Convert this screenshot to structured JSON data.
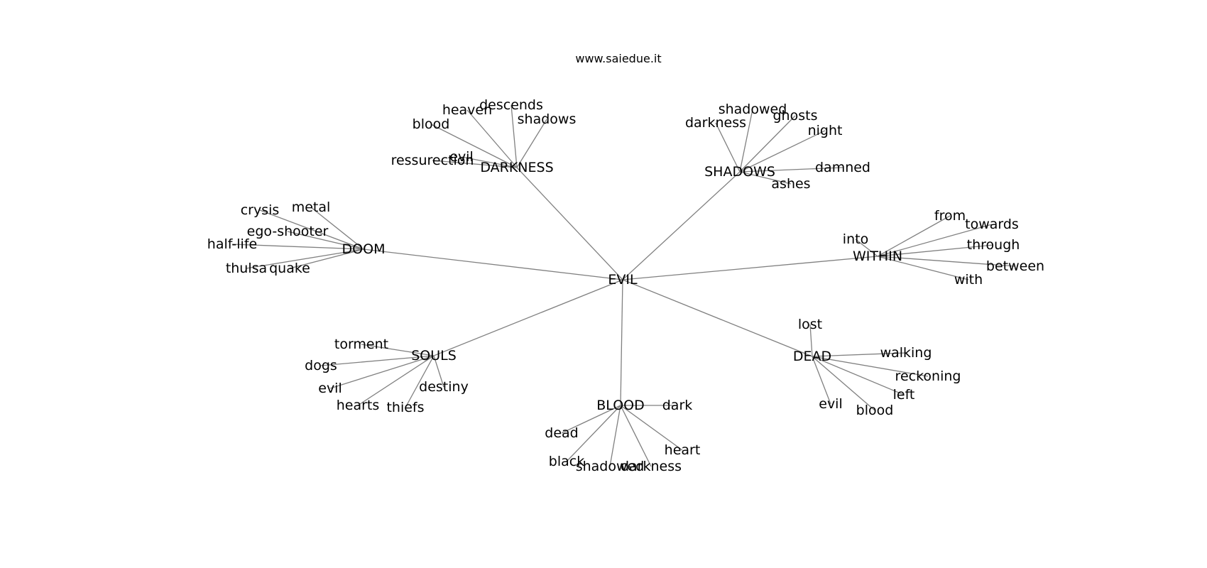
{
  "title": "www.saiedue.it",
  "root": "EVIL",
  "clusters": [
    {
      "hub": "DARKNESS",
      "leaves": [
        "heaven",
        "descends",
        "blood",
        "shadows",
        "evil",
        "ressurection"
      ]
    },
    {
      "hub": "SHADOWS",
      "leaves": [
        "shadowed",
        "ghosts",
        "darkness",
        "night",
        "damned",
        "ashes"
      ]
    },
    {
      "hub": "DOOM",
      "leaves": [
        "crysis",
        "metal",
        "ego-shooter",
        "half-life",
        "thulsa",
        "quake"
      ]
    },
    {
      "hub": "WITHIN",
      "leaves": [
        "from",
        "towards",
        "into",
        "through",
        "between",
        "with"
      ]
    },
    {
      "hub": "SOULS",
      "leaves": [
        "torment",
        "dogs",
        "destiny",
        "evil",
        "hearts",
        "thiefs"
      ]
    },
    {
      "hub": "DEAD",
      "leaves": [
        "lost",
        "walking",
        "reckoning",
        "left",
        "evil",
        "blood"
      ]
    },
    {
      "hub": "BLOOD",
      "leaves": [
        "dark",
        "dead",
        "heart",
        "black",
        "shadowed",
        "darkness"
      ]
    }
  ]
}
